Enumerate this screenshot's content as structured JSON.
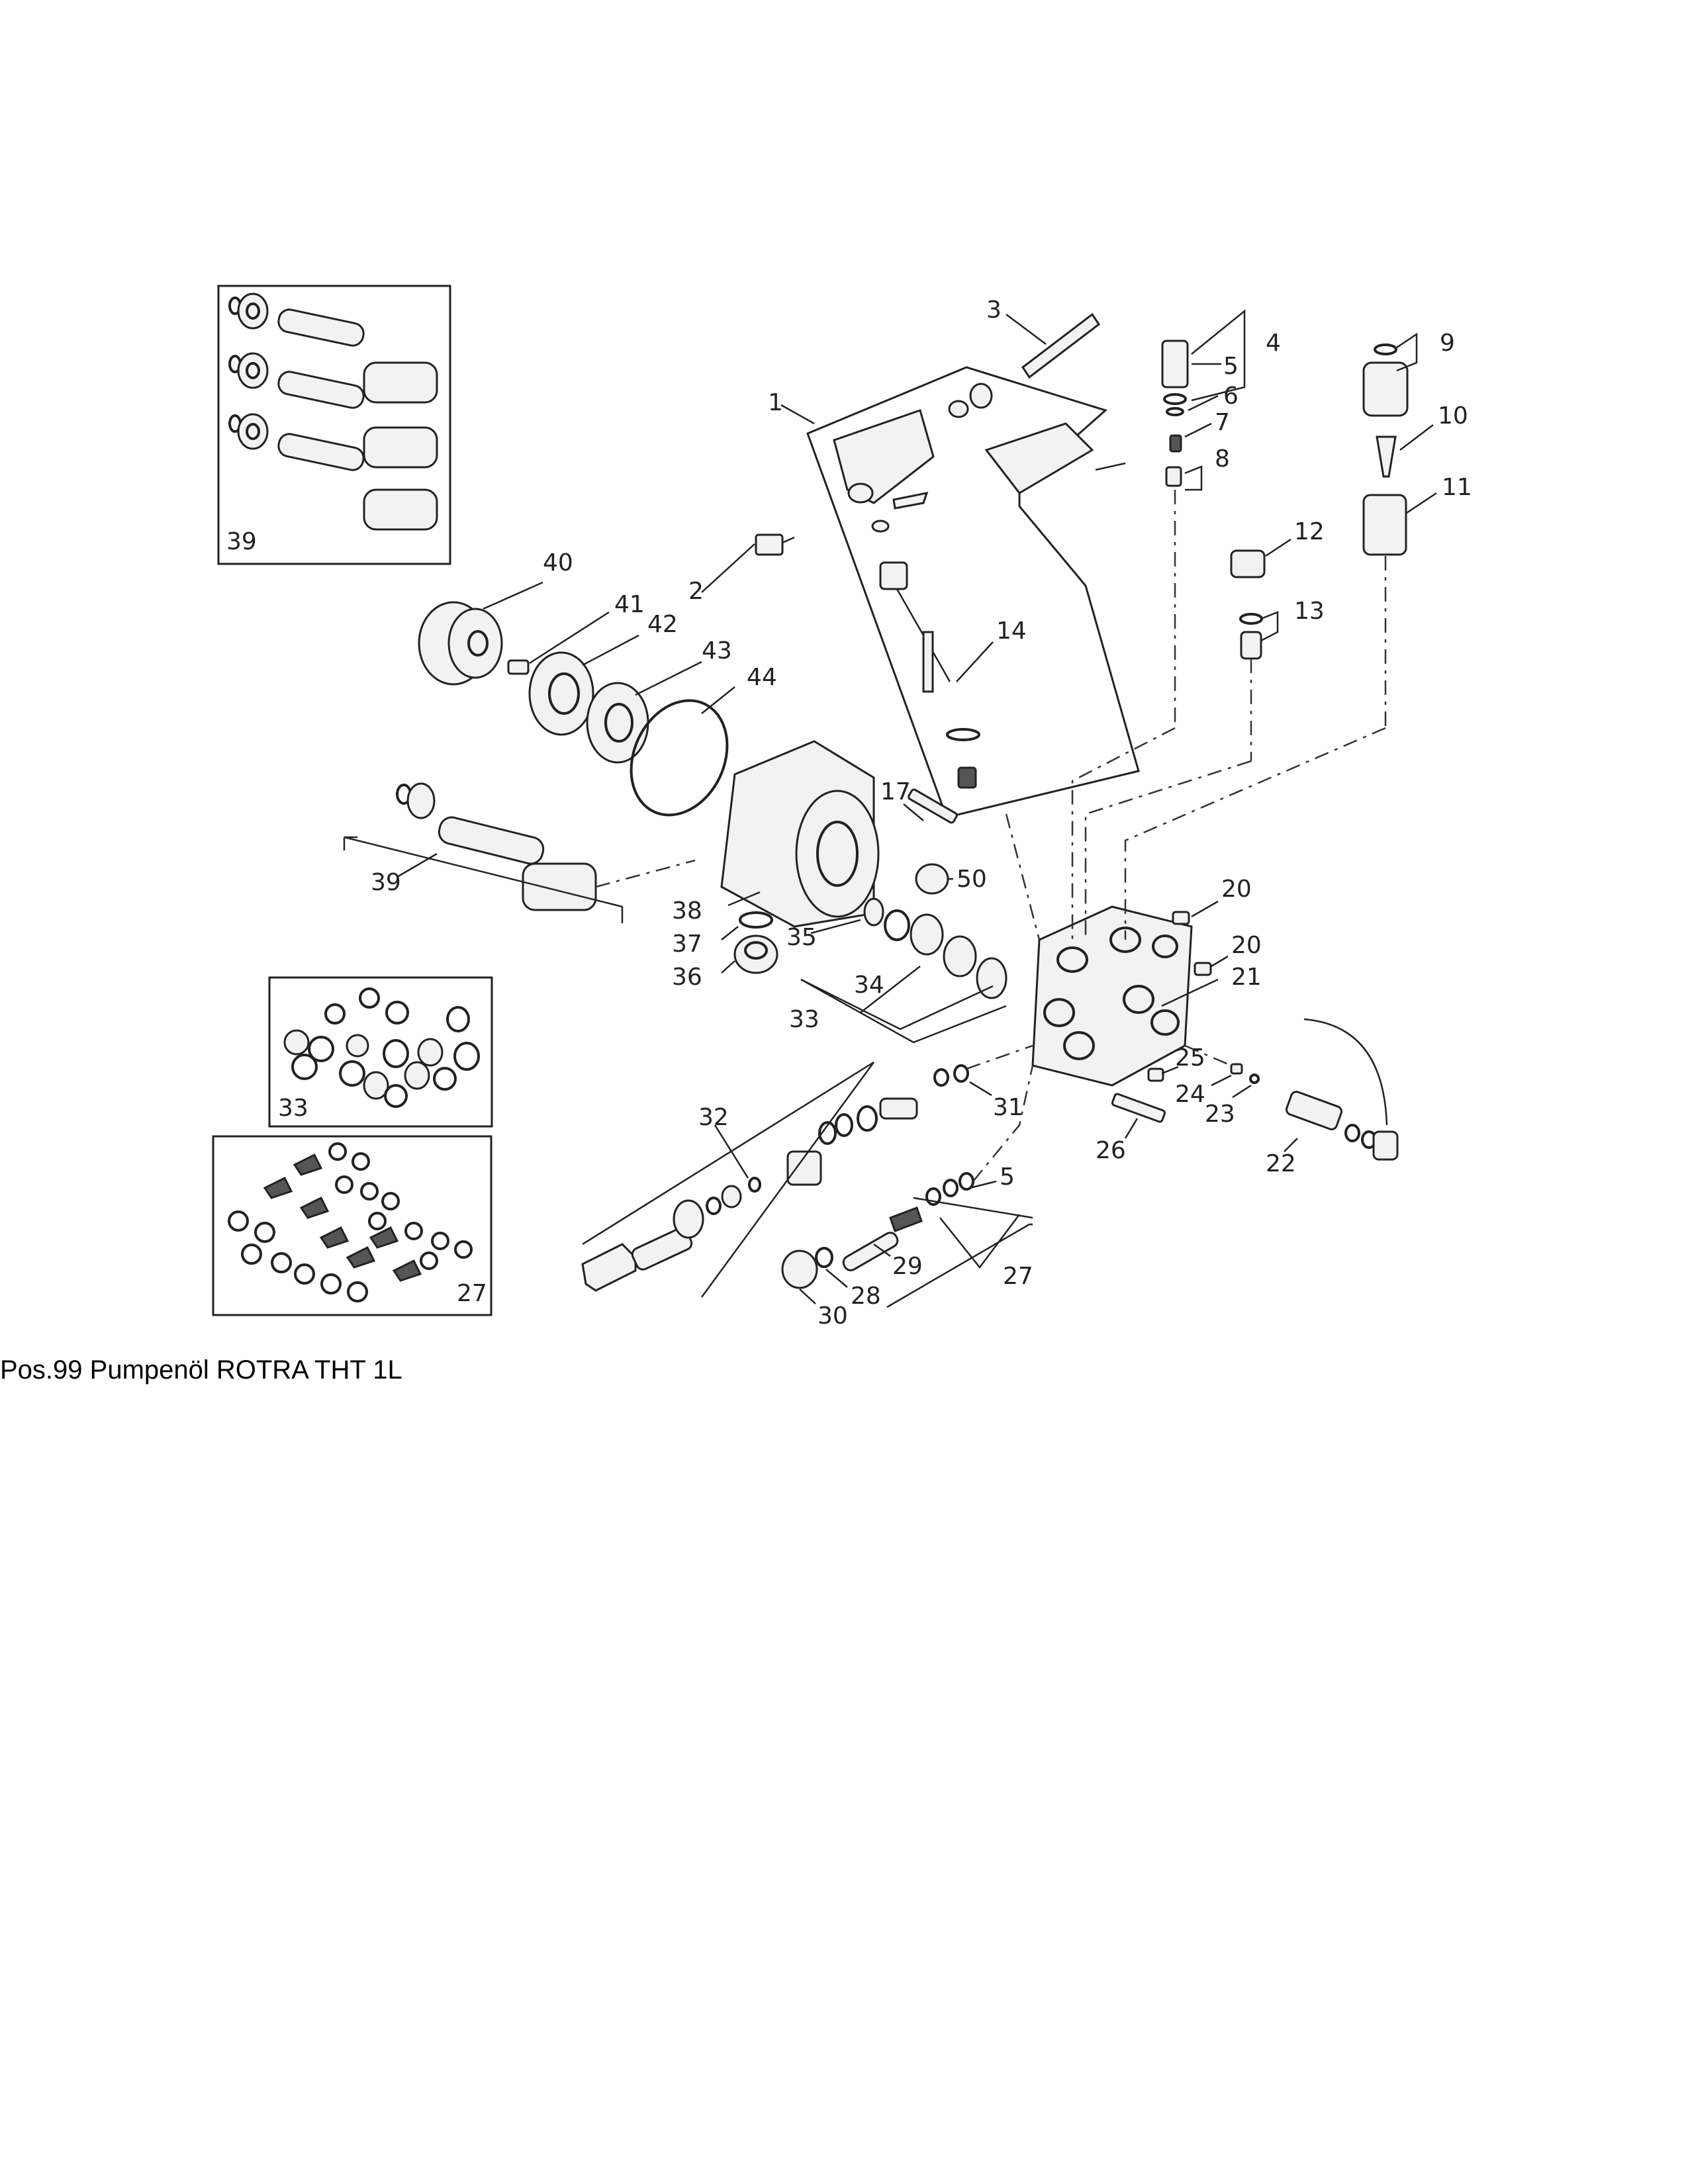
{
  "labels": {
    "p1": "1",
    "p2": "2",
    "p3": "3",
    "p4": "4",
    "p5": "5",
    "p5b": "5",
    "p6": "6",
    "p7": "7",
    "p8": "8",
    "p9": "9",
    "p10": "10",
    "p11": "11",
    "p12": "12",
    "p13": "13",
    "p14": "14",
    "p17": "17",
    "p20a": "20",
    "p20b": "20",
    "p21": "21",
    "p22": "22",
    "p23": "23",
    "p24": "24",
    "p25": "25",
    "p26": "26",
    "p27": "27",
    "p27box": "27",
    "p28": "28",
    "p29": "29",
    "p30": "30",
    "p31": "31",
    "p32": "32",
    "p33": "33",
    "p33box": "33",
    "p34": "34",
    "p35": "35",
    "p36": "36",
    "p37": "37",
    "p38": "38",
    "p39": "39",
    "p39box": "39",
    "p40": "40",
    "p41": "41",
    "p42": "42",
    "p43": "43",
    "p44": "44",
    "p50": "50"
  },
  "caption": "Pos.99 Pumpenöl ROTRA THT 1L"
}
